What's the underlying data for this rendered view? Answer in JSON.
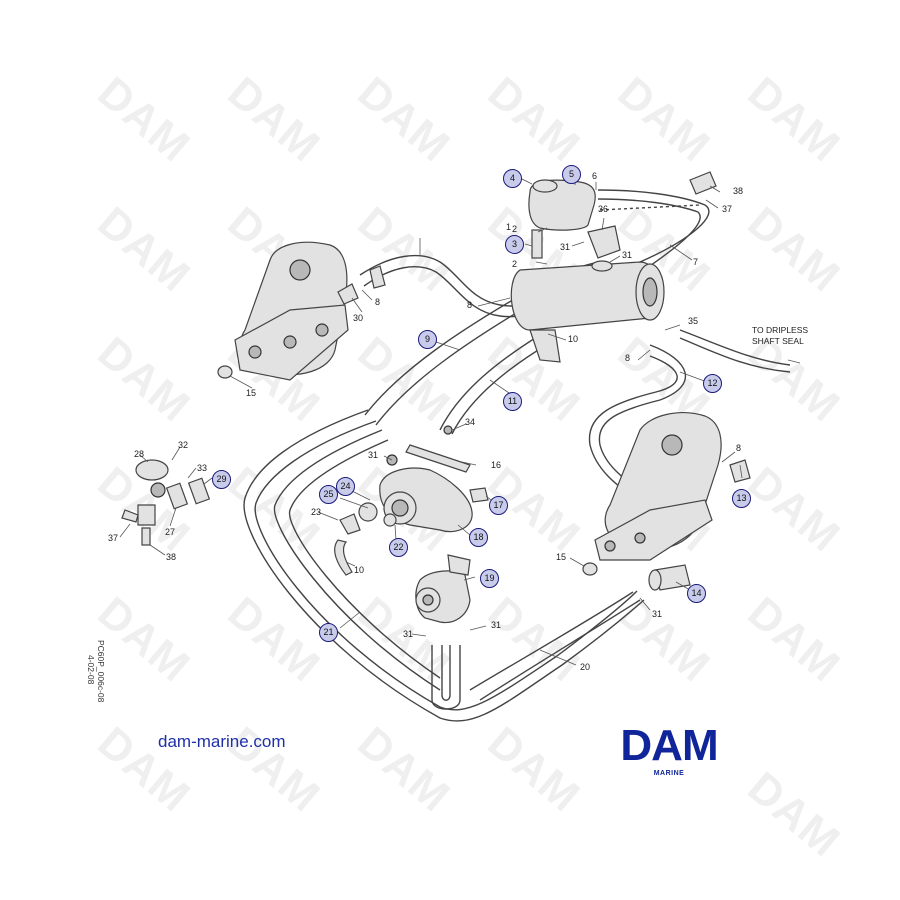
{
  "watermark": {
    "text": "DAM"
  },
  "callouts": {
    "plain": [
      "1",
      "2",
      "2",
      "6",
      "36",
      "31",
      "31",
      "38",
      "37",
      "7",
      "8",
      "8",
      "30",
      "15",
      "10",
      "35",
      "8",
      "34",
      "31",
      "16",
      "28",
      "32",
      "33",
      "27",
      "23",
      "10",
      "37",
      "38",
      "8",
      "15",
      "31",
      "31",
      "31",
      "20"
    ],
    "circled": [
      "4",
      "5",
      "3",
      "9",
      "11",
      "12",
      "13",
      "17",
      "18",
      "19",
      "14",
      "21",
      "29",
      "24",
      "25",
      "22"
    ]
  },
  "notes": {
    "dripless": "TO DRIPLESS\nSHAFT SEAL"
  },
  "footer": {
    "website": "dam-marine.com",
    "drawing_code": "PC60P_006c-08",
    "drawing_date": "4-02-08"
  },
  "logo": {
    "word": "DAM",
    "sub": "MARINE",
    "color": "#10259a"
  },
  "colors": {
    "callout_fill": "#c9cbeb",
    "callout_border": "#1a1a7a",
    "line": "#444444"
  }
}
